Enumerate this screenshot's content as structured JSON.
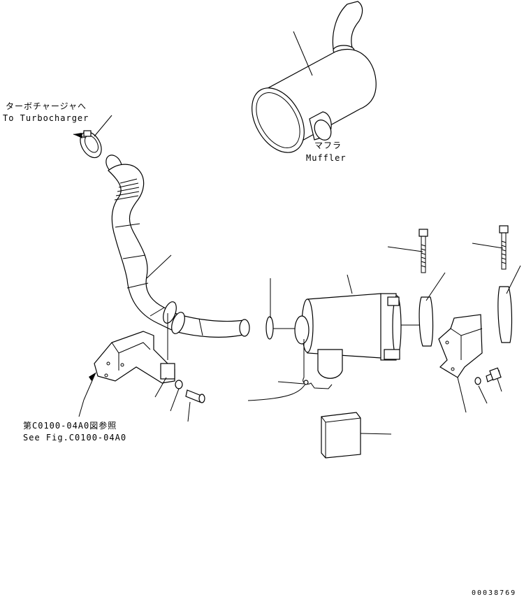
{
  "labels": {
    "turbo_jp": "ターボチャージャへ",
    "turbo_en": "To Turbocharger",
    "muffler_jp": "マフラ",
    "muffler_en": "Muffler",
    "ref_jp": "第C0100-04A0図参照",
    "ref_en": "See Fig.C0100-04A0",
    "drawing_no": "00038769"
  }
}
